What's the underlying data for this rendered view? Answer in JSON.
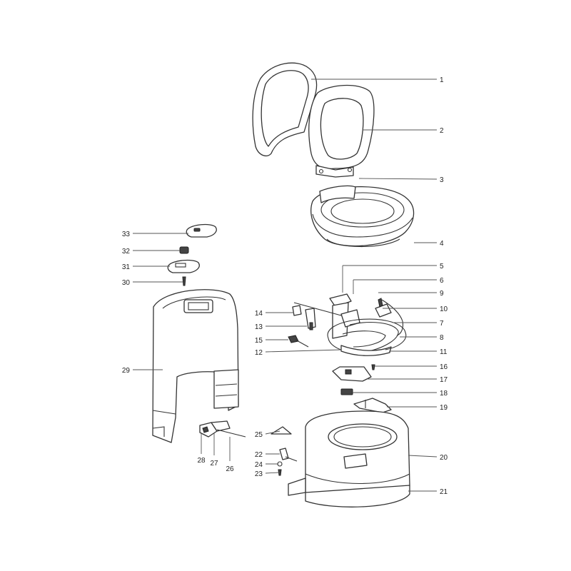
{
  "callouts": [
    {
      "label": "1"
    },
    {
      "label": "2"
    },
    {
      "label": "3"
    },
    {
      "label": "4"
    },
    {
      "label": "5"
    },
    {
      "label": "6"
    },
    {
      "label": "9"
    },
    {
      "label": "10"
    },
    {
      "label": "7"
    },
    {
      "label": "8"
    },
    {
      "label": "11"
    },
    {
      "label": "16"
    },
    {
      "label": "17"
    },
    {
      "label": "18"
    },
    {
      "label": "19"
    },
    {
      "label": "20"
    },
    {
      "label": "21"
    },
    {
      "label": "33"
    },
    {
      "label": "32"
    },
    {
      "label": "31"
    },
    {
      "label": "30"
    },
    {
      "label": "14"
    },
    {
      "label": "13"
    },
    {
      "label": "15"
    },
    {
      "label": "12"
    },
    {
      "label": "29"
    },
    {
      "label": "25"
    },
    {
      "label": "22"
    },
    {
      "label": "24"
    },
    {
      "label": "23"
    },
    {
      "label": "28"
    },
    {
      "label": "27"
    },
    {
      "label": "26"
    }
  ]
}
